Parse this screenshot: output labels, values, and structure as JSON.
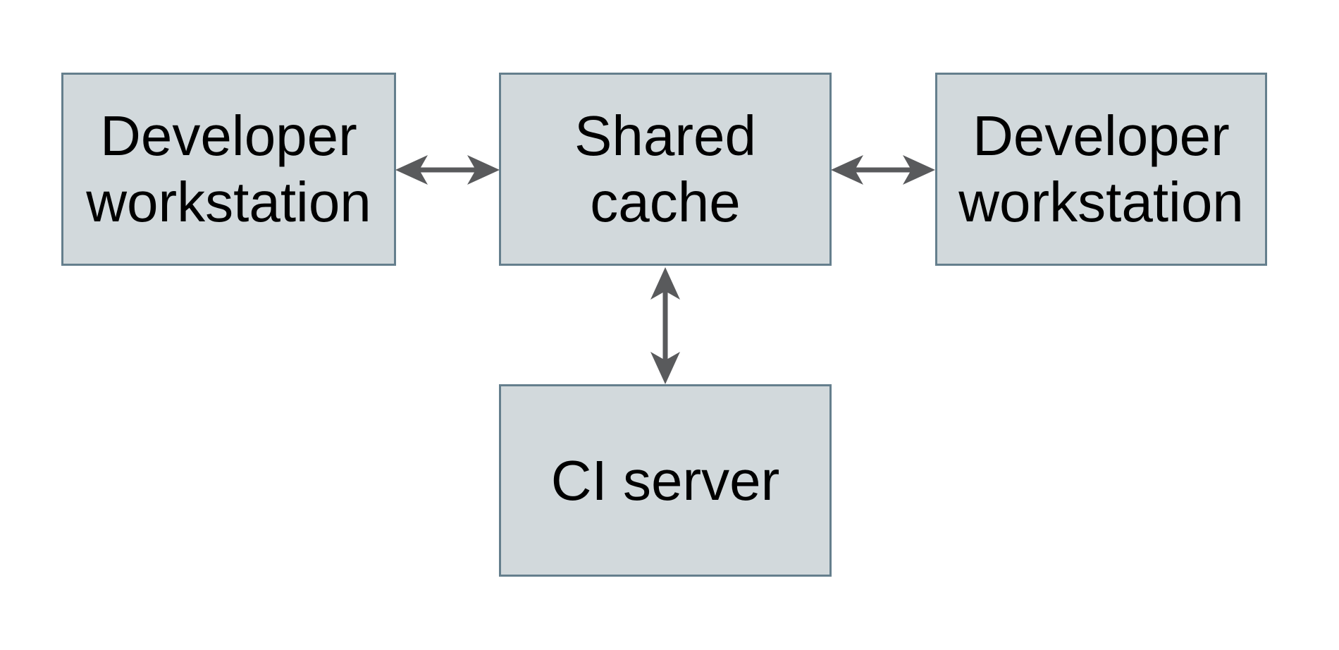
{
  "diagram": {
    "type": "architecture-diagram",
    "colors": {
      "background": "#ffffff",
      "node_fill": "#d2d9dc",
      "node_border": "#657f8d",
      "arrow": "#595a5c",
      "text": "#000000"
    },
    "nodes": [
      {
        "id": "developer-workstation-left",
        "label": "Developer workstation",
        "lines": [
          "Developer",
          "workstation"
        ]
      },
      {
        "id": "shared-cache",
        "label": "Shared cache",
        "lines": [
          "Shared",
          "cache"
        ]
      },
      {
        "id": "developer-workstation-right",
        "label": "Developer workstation",
        "lines": [
          "Developer",
          "workstation"
        ]
      },
      {
        "id": "ci-server",
        "label": "CI server",
        "lines": [
          "CI server"
        ]
      }
    ],
    "edges": [
      {
        "from": "developer-workstation-left",
        "to": "shared-cache",
        "direction": "bidirectional",
        "orientation": "horizontal"
      },
      {
        "from": "shared-cache",
        "to": "developer-workstation-right",
        "direction": "bidirectional",
        "orientation": "horizontal"
      },
      {
        "from": "shared-cache",
        "to": "ci-server",
        "direction": "bidirectional",
        "orientation": "vertical"
      }
    ]
  }
}
